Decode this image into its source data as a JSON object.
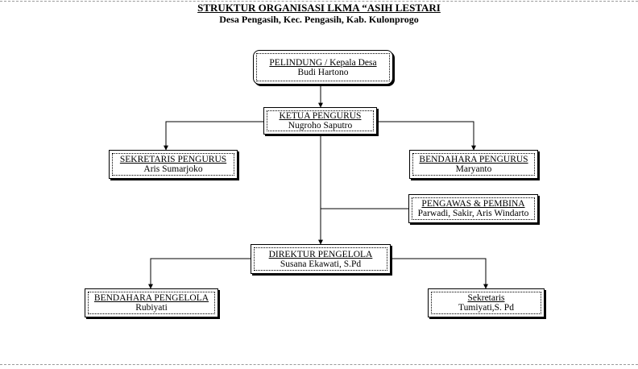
{
  "header": {
    "title": "STRUKTUR ORGANISASI LKMA “ASIH LESTARI",
    "subtitle": "Desa Pengasih, Kec. Pengasih, Kab. Kulonprogo"
  },
  "nodes": {
    "pelindung": {
      "role": "PELINDUNG / Kepala Desa",
      "name": "Budi Hartono"
    },
    "ketua": {
      "role": "KETUA PENGURUS",
      "name": "Nugroho Saputro"
    },
    "sekretaris_pengurus": {
      "role": "SEKRETARIS PENGURUS",
      "name": "Aris Sumarjoko"
    },
    "bendahara_pengurus": {
      "role": "BENDAHARA PENGURUS",
      "name": "Maryanto"
    },
    "pengawas": {
      "role": "PENGAWAS & PEMBINA",
      "name": "Parwadi, Sakir, Aris Windarto"
    },
    "direktur": {
      "role": "DIREKTUR PENGELOLA",
      "name": "Susana Ekawati, S.Pd"
    },
    "bendahara_pengelola": {
      "role": "BENDAHARA PENGELOLA",
      "name": "Rubiyati"
    },
    "sekretaris": {
      "role": "Sekretaris",
      "name": "Tumiyati,S. Pd"
    }
  }
}
